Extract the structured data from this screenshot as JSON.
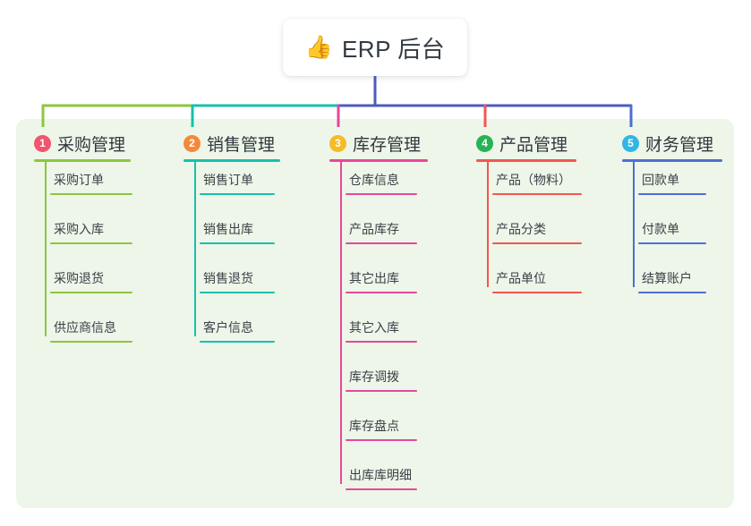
{
  "diagram": {
    "title": "ERP 后台",
    "root": {
      "label": "ERP 后台",
      "icon": "thumbs-up-icon",
      "emoji": "👍",
      "card_color": "#ffffff",
      "text_color": "#333a42"
    },
    "canvas_color": "#edf6e9",
    "stem_color": "#4e5bbd",
    "branches": [
      {
        "number": "1",
        "label": "采购管理",
        "badge_color": "#f2536d",
        "line_color": "#8cc63e",
        "connector_color": "#8cc63e",
        "items": [
          "采购订单",
          "采购入库",
          "采购退货",
          "供应商信息"
        ]
      },
      {
        "number": "2",
        "label": "销售管理",
        "badge_color": "#f4883b",
        "line_color": "#17c0ae",
        "connector_color": "#17c0ae",
        "items": [
          "销售订单",
          "销售出库",
          "销售退货",
          "客户信息"
        ]
      },
      {
        "number": "3",
        "label": "库存管理",
        "badge_color": "#f6bb26",
        "line_color": "#e8479a",
        "connector_color": "#e8479a",
        "items": [
          "仓库信息",
          "产品库存",
          "其它出库",
          "其它入库",
          "库存调拨",
          "库存盘点",
          "出库库明细"
        ]
      },
      {
        "number": "4",
        "label": "产品管理",
        "badge_color": "#27b355",
        "line_color": "#f4564f",
        "connector_color": "#f4564f",
        "items": [
          "产品（物料）",
          "产品分类",
          "产品单位"
        ]
      },
      {
        "number": "5",
        "label": "财务管理",
        "badge_color": "#33b5e5",
        "line_color": "#4e6fd0",
        "connector_color": "#4e6fd0",
        "items": [
          "回款单",
          "付款单",
          "结算账户"
        ]
      }
    ]
  }
}
